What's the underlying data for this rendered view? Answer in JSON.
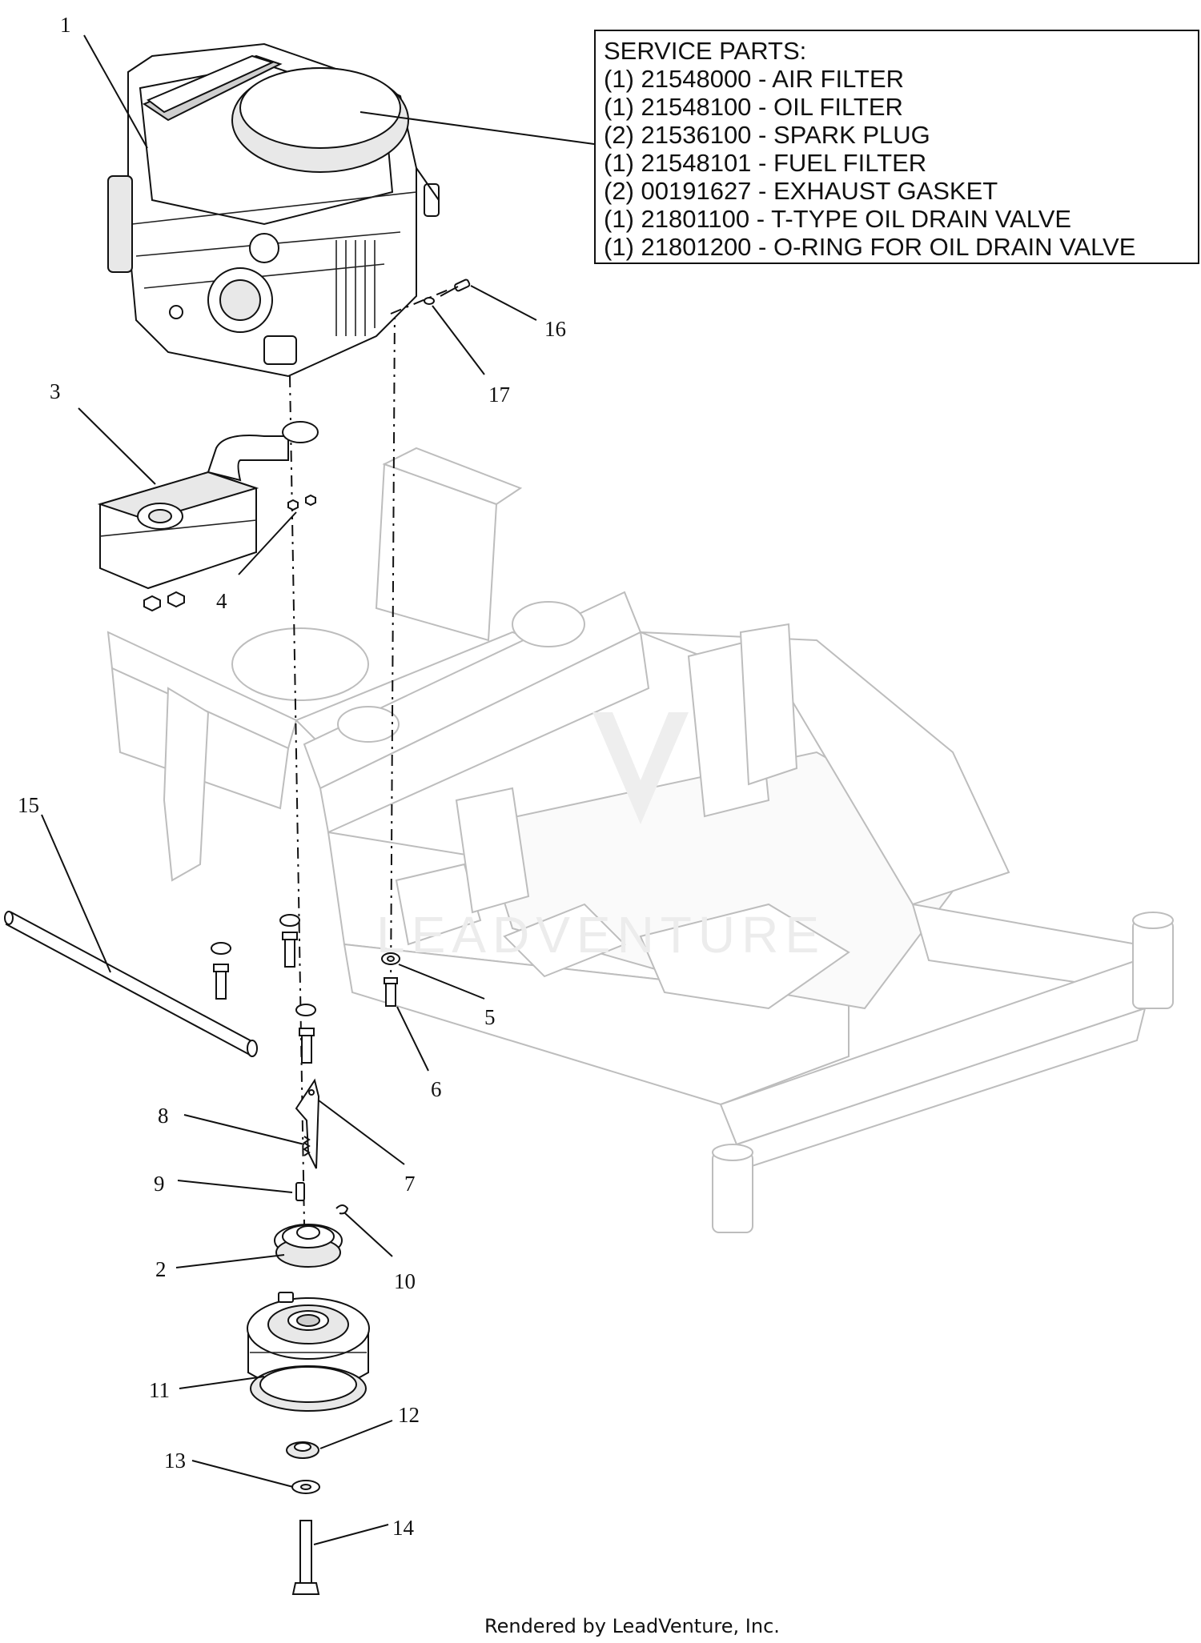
{
  "service_parts": {
    "title": "SERVICE PARTS:",
    "items": [
      "(1) 21548000 - AIR FILTER",
      "(1) 21548100 - OIL FILTER",
      "(2) 21536100 - SPARK PLUG",
      "(1) 21548101 - FUEL FILTER",
      "(2) 00191627 - EXHAUST GASKET",
      "(1) 21801100 - T-TYPE OIL DRAIN VALVE",
      "(1) 21801200 - O-RING FOR OIL DRAIN VALVE"
    ]
  },
  "callouts": {
    "c1": "1",
    "c2": "2",
    "c3": "3",
    "c4": "4",
    "c5": "5",
    "c6": "6",
    "c7": "7",
    "c8": "8",
    "c9": "9",
    "c10": "10",
    "c11": "11",
    "c12": "12",
    "c13": "13",
    "c14": "14",
    "c15": "15",
    "c16": "16",
    "c17": "17"
  },
  "watermark": "LEADVENTURE",
  "footer": "Rendered by LeadVenture, Inc."
}
